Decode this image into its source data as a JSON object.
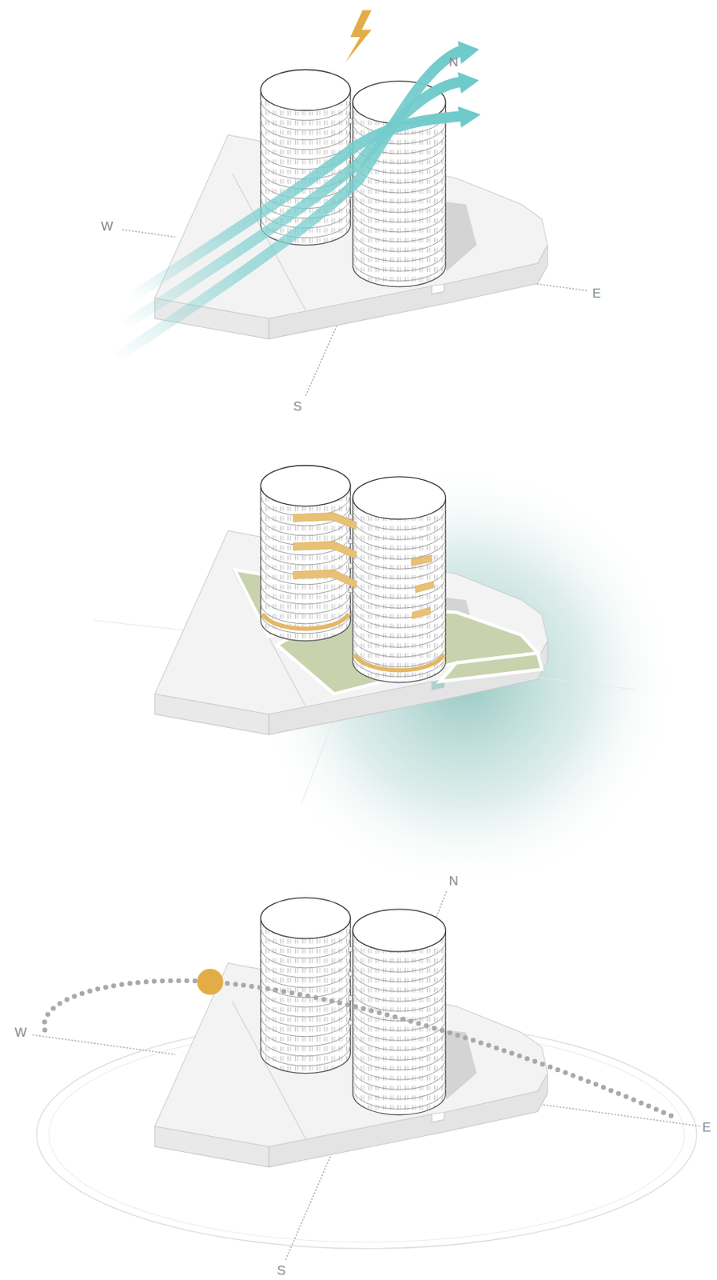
{
  "diagram": {
    "labels": [
      "W",
      "N",
      "E",
      "S",
      "N",
      "W",
      "E",
      "S"
    ]
  }
}
